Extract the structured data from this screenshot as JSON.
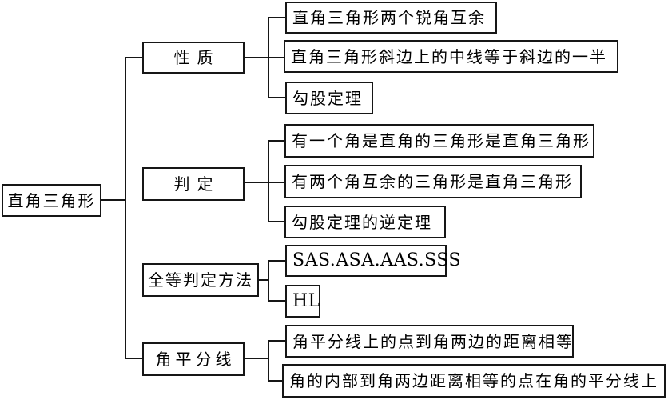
{
  "diagram": {
    "type": "tree",
    "title": "直角三角形知识结构图",
    "colors": {
      "line": "#161616",
      "text": "#000000",
      "background": "#ffffff"
    },
    "root": {
      "label": "直角三角形"
    },
    "branches": [
      {
        "label": "性质",
        "children": [
          "直角三角形两个锐角互余",
          "直角三角形斜边上的中线等于斜边的一半",
          "勾股定理"
        ]
      },
      {
        "label": "判定",
        "children": [
          "有一个角是直角的三角形是直角三角形",
          "有两个角互余的三角形是直角三角形",
          "勾股定理的逆定理"
        ]
      },
      {
        "label": "全等判定方法",
        "children": [
          "SAS.ASA.AAS.SSS",
          "HL"
        ]
      },
      {
        "label": "角平分线",
        "children": [
          "角平分线上的点到角两边的距离相等",
          "角的内部到角两边距离相等的点在角的平分线上"
        ]
      }
    ]
  }
}
